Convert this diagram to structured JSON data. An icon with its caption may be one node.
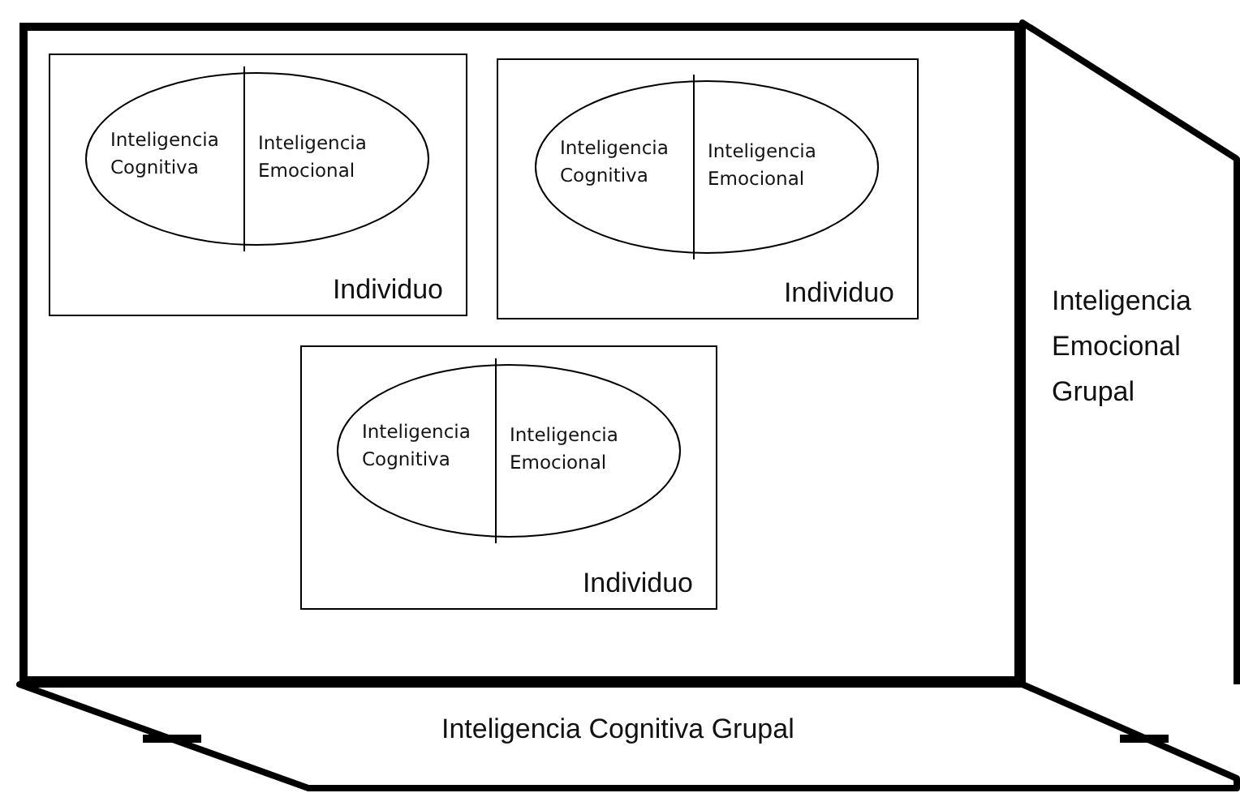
{
  "diagram": {
    "nodes": [
      {
        "text": [],
        "shape": "box"
      },
      {
        "text": [
          "Individuo"
        ],
        "in": 0
      },
      {
        "text": [],
        "shape": "ellipse",
        "in": 1
      },
      {
        "text": [
          "Inteligencia Cognitiva"
        ],
        "in": 2
      },
      {
        "text": [
          "Inteligencia Emocional"
        ],
        "in": 2
      },
      {
        "text": [
          "Individuo"
        ],
        "in": 0
      },
      {
        "text": [],
        "shape": "ellipse",
        "in": 5
      },
      {
        "text": [
          "Inteligencia Cognitiva"
        ],
        "in": 6
      },
      {
        "text": [
          "Inteligencia Emocional"
        ],
        "in": 6
      },
      {
        "text": [
          "Individuo"
        ],
        "in": 0
      },
      {
        "text": [],
        "shape": "ellipse",
        "in": 9
      },
      {
        "text": [
          "Inteligencia Cognitiva"
        ],
        "in": 10
      },
      {
        "text": [
          "Inteligencia Emocional"
        ],
        "in": 10
      },
      {
        "text": [
          "Inteligencia Emocional Grupal"
        ]
      },
      {
        "text": [
          "Inteligencia Cognitiva Grupal"
        ]
      }
    ],
    "edges": []
  }
}
